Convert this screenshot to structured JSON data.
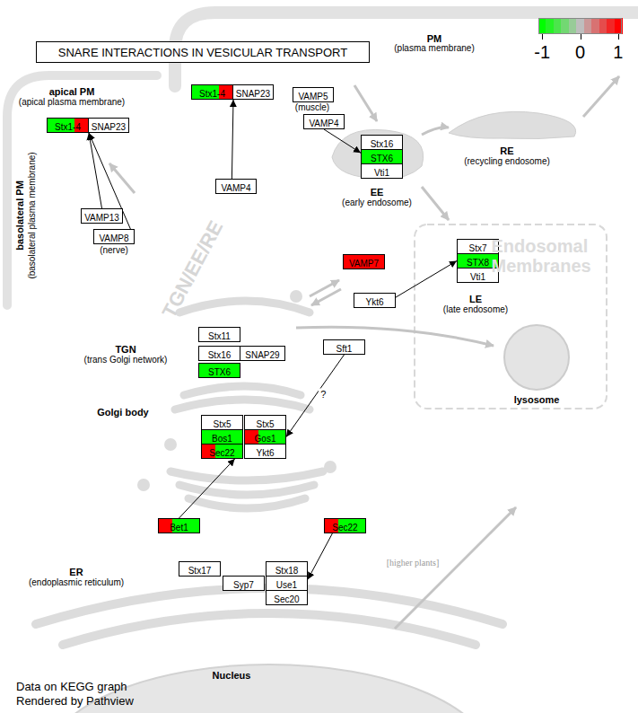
{
  "diagram": {
    "title": "SNARE INTERACTIONS IN VESICULAR TRANSPORT",
    "caption": "Data on KEGG graph Rendered by Pathview",
    "nodes": [
      {
        "text": [
          "Stx1-4"
        ]
      },
      {
        "text": [
          "SNAP23"
        ]
      },
      {
        "text": [
          "Stx1-4"
        ]
      },
      {
        "text": [
          "SNAP23"
        ]
      },
      {
        "text": [
          "VAMP5"
        ]
      },
      {
        "text": [
          "VAMP4"
        ]
      },
      {
        "text": [
          "Stx16"
        ]
      },
      {
        "text": [
          "STX6"
        ]
      },
      {
        "text": [
          "Vti1"
        ]
      },
      {
        "text": [
          "VAMP4"
        ]
      },
      {
        "text": [
          "VAMP13"
        ]
      },
      {
        "text": [
          "VAMP8"
        ]
      },
      {
        "text": [
          "VAMP7"
        ]
      },
      {
        "text": [
          "Stx7"
        ]
      },
      {
        "text": [
          "STX8"
        ]
      },
      {
        "text": [
          "Vti1"
        ]
      },
      {
        "text": [
          "Ykt6"
        ]
      },
      {
        "text": [
          "Stx11"
        ]
      },
      {
        "text": [
          "Stx16"
        ]
      },
      {
        "text": [
          "SNAP29"
        ]
      },
      {
        "text": [
          "STX6"
        ]
      },
      {
        "text": [
          "Sft1"
        ]
      },
      {
        "text": [
          "Stx5"
        ]
      },
      {
        "text": [
          "Bos1"
        ]
      },
      {
        "text": [
          "Sec22"
        ]
      },
      {
        "text": [
          "Stx5"
        ]
      },
      {
        "text": [
          "Gos1"
        ]
      },
      {
        "text": [
          "Ykt6"
        ]
      },
      {
        "text": [
          "Bet1"
        ]
      },
      {
        "text": [
          "Sec22"
        ]
      },
      {
        "text": [
          "Stx17"
        ]
      },
      {
        "text": [
          "Syp7"
        ]
      },
      {
        "text": [
          "Stx18"
        ]
      },
      {
        "text": [
          "Use1"
        ]
      },
      {
        "text": [
          "Sec20"
        ]
      }
    ],
    "edges": [
      {
        "from": 10,
        "to": 0,
        "arrow": "to"
      },
      {
        "from": 11,
        "to": 0,
        "arrow": "to"
      },
      {
        "from": 9,
        "to": 2,
        "arrow": "to"
      },
      {
        "from": 5,
        "to": 7,
        "arrow": "to"
      },
      {
        "from": 16,
        "to": 14,
        "arrow": "to"
      },
      {
        "from": 21,
        "to": 26,
        "label": "?",
        "arrow": "to"
      },
      {
        "from": 28,
        "to": 24,
        "arrow": "to"
      },
      {
        "from": 29,
        "to": 33,
        "arrow": "to"
      }
    ],
    "labels": [
      "PM",
      "(plasma membrane)",
      "apical PM",
      "(apical plasma membrane)",
      "basolateral PM",
      "(basolateral plasma membrane)",
      "RE",
      "(recycling endosome)",
      "EE",
      "(early endosome)",
      "(muscle)",
      "(nerve)",
      "TGN/EE/RE",
      "Endosomal Membranes",
      "LE",
      "(late endosome)",
      "TGN",
      "(trans Golgi network)",
      "Golgi body",
      "lysosome",
      "ER",
      "(endoplasmic reticulum)",
      "[higher plants]",
      "Nucleus"
    ],
    "legend": [
      {
        "text": "-1",
        "color": "#00ff00"
      },
      {
        "text": "0",
        "color": "#bebebe"
      },
      {
        "text": "1",
        "color": "#ff0000"
      }
    ]
  }
}
